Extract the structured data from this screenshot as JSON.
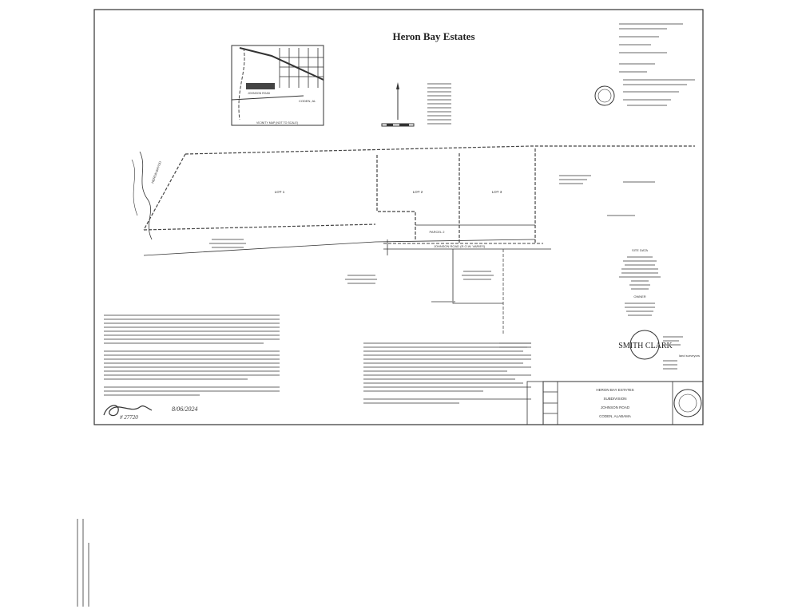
{
  "title": "Heron Bay Estates",
  "vicinity_map": {
    "town_label": "CODEN, AL",
    "road_label": "JOHNSON ROAD",
    "caption": "VICINITY MAP (NOT TO SCALE)"
  },
  "plat": {
    "lots": [
      {
        "label": "LOT 1"
      },
      {
        "label": "LOT 2"
      },
      {
        "label": "LOT 3"
      }
    ],
    "parcel_label": "PARCEL 2",
    "road_label": "JOHNSON ROAD (R.O.W. VARIES)",
    "bayou_label": "HERON BAYOU"
  },
  "site_data": {
    "heading": "SITE DATA",
    "owner_heading": "OWNER"
  },
  "surveyor": {
    "logo_text": "SMITH CLARK",
    "subtitle": "land surveyors"
  },
  "title_block": {
    "line1": "HERON BAY ESTATES",
    "line2": "SUBDIVISION",
    "line3": "JOHNSON ROAD",
    "line4": "CODEN, ALABAMA"
  },
  "signature": {
    "date": "8/06/2024",
    "registration": "# 27720"
  },
  "colors": {
    "ink": "#333333",
    "paper": "#ffffff"
  }
}
